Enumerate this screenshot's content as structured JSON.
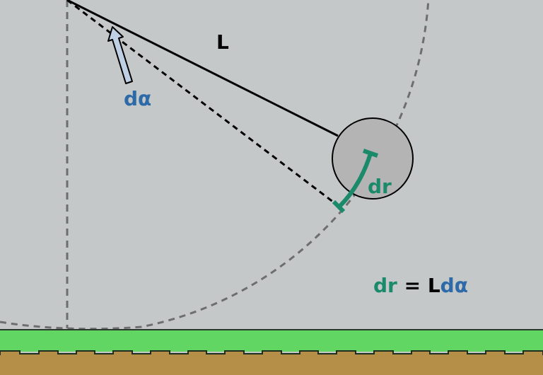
{
  "labels": {
    "length": "L",
    "dalpha": "dα",
    "dr": "dr"
  },
  "equation": {
    "lhs": "dr",
    "equals": " = ",
    "L": "L",
    "dalpha": "dα"
  },
  "colors": {
    "background": "#c4c8c8",
    "green_accent": "#1a8a6a",
    "blue_accent": "#2e6aa8",
    "ball_fill": "#b4b4b4",
    "arrow_fill": "#c0d0e4",
    "dashed_gray": "#6e6e6e",
    "grass": "#62d662",
    "soil": "#b58f48"
  }
}
